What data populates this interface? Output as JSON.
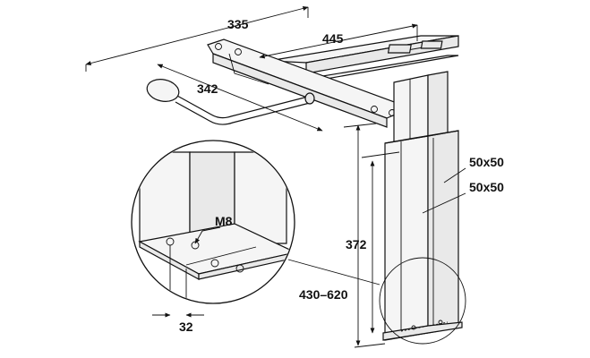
{
  "dimensions": {
    "width_335": "335",
    "width_445": "445",
    "arm_342": "342",
    "leg_372": "372",
    "height_range": "430–620",
    "offset_32": "32",
    "section_outer": "50x50",
    "section_inner": "50x50",
    "screw": "M8"
  }
}
